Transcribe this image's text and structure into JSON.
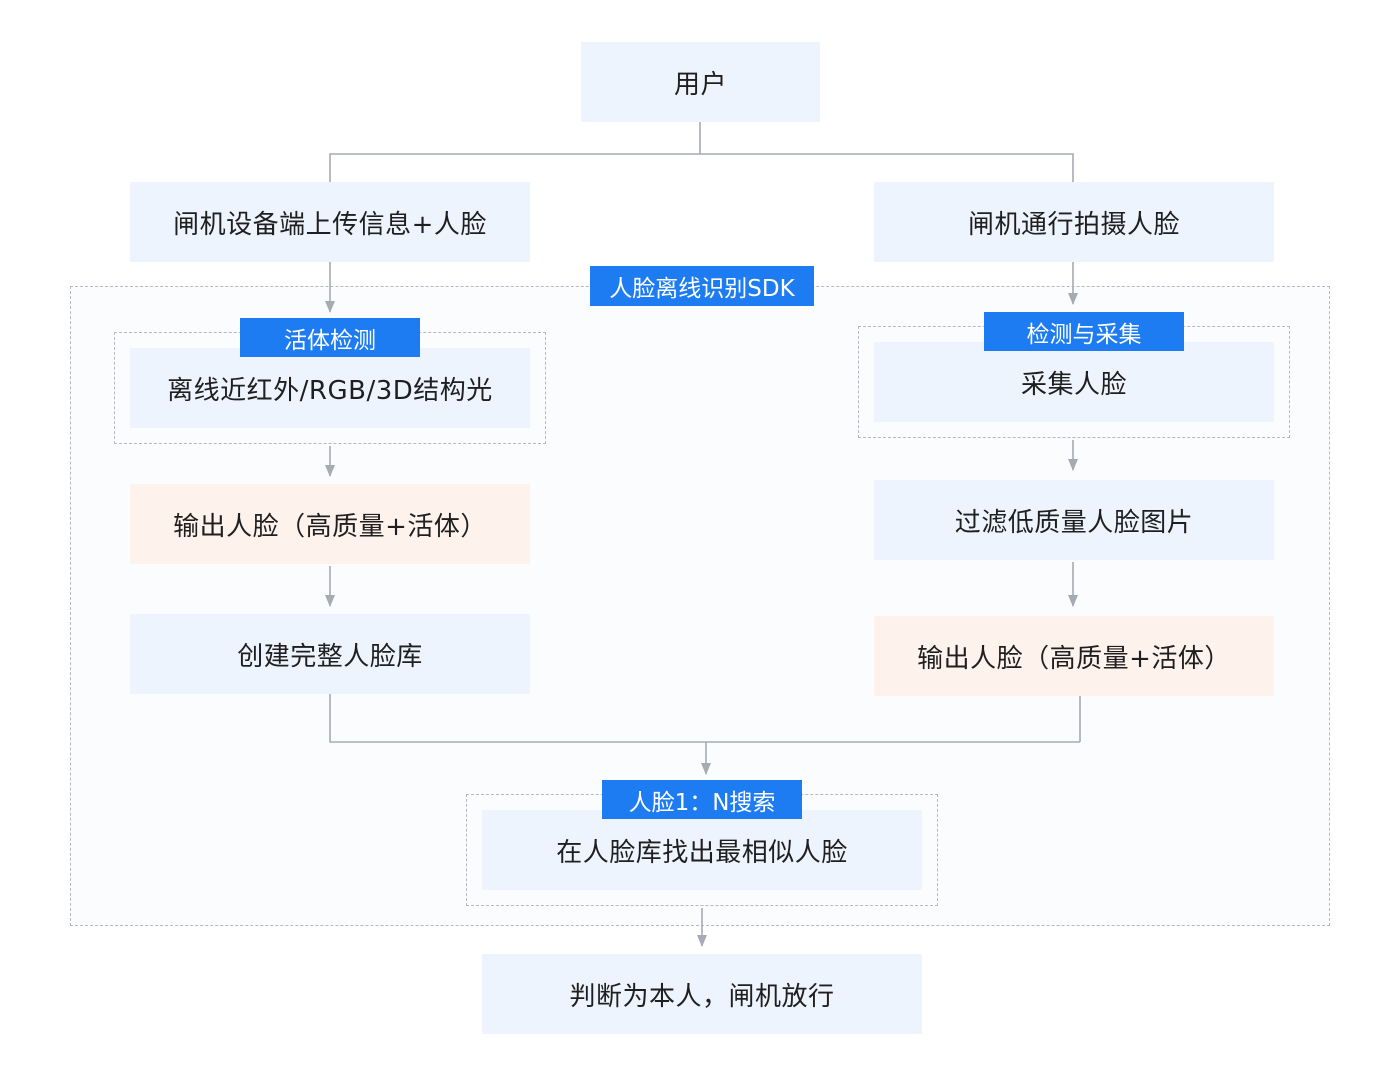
{
  "diagram": {
    "top": {
      "user": "用户"
    },
    "left": {
      "upload": "闸机设备端上传信息+人脸",
      "liveness_tag": "活体检测",
      "liveness": "离线近红外/RGB/3D结构光",
      "output": "输出人脸（高质量+活体）",
      "build_db": "创建完整人脸库"
    },
    "right": {
      "capture": "闸机通行拍摄人脸",
      "detect_tag": "检测与采集",
      "collect": "采集人脸",
      "filter": "过滤低质量人脸图片",
      "output": "输出人脸（高质量+活体）"
    },
    "sdk": {
      "label": "人脸离线识别SDK"
    },
    "search": {
      "tag": "人脸1：N搜索",
      "find": "在人脸库找出最相似人脸"
    },
    "result": {
      "pass": "判断为本人，闸机放行"
    },
    "colors": {
      "node_blue": "#eef4fd",
      "node_peach": "#fdf2ec",
      "tag_blue": "#1e7cf2",
      "line_gray": "#a6abb3",
      "dash_gray": "#b4b9c2"
    }
  }
}
